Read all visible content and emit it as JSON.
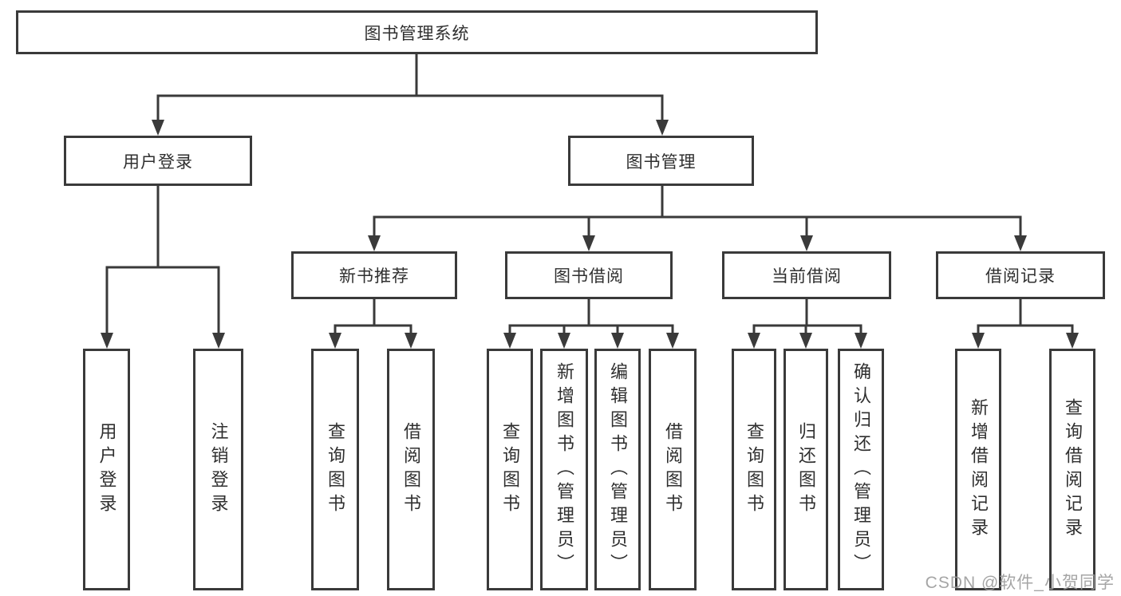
{
  "tree": {
    "root": {
      "label": "图书管理系统"
    },
    "user_login": {
      "label": "用户登录",
      "children": [
        {
          "label": "用户登录"
        },
        {
          "label": "注销登录"
        }
      ]
    },
    "book_management": {
      "label": "图书管理",
      "sections": [
        {
          "label": "新书推荐",
          "children": [
            {
              "label": "查询图书"
            },
            {
              "label": "借阅图书"
            }
          ]
        },
        {
          "label": "图书借阅",
          "children": [
            {
              "label": "查询图书"
            },
            {
              "label": "新增图书（管理员）"
            },
            {
              "label": "编辑图书（管理员）"
            },
            {
              "label": "借阅图书"
            }
          ]
        },
        {
          "label": "当前借阅",
          "children": [
            {
              "label": "查询图书"
            },
            {
              "label": "归还图书"
            },
            {
              "label": "确认归还（管理员）"
            }
          ]
        },
        {
          "label": "借阅记录",
          "children": [
            {
              "label": "新增借阅记录"
            },
            {
              "label": "查询借阅记录"
            }
          ]
        }
      ]
    }
  },
  "watermark": "CSDN @软件_小贺同学",
  "colors": {
    "line": "#3a3a3a",
    "text": "#2f2f2f",
    "background": "#ffffff",
    "watermark": "#9b9b9b"
  }
}
